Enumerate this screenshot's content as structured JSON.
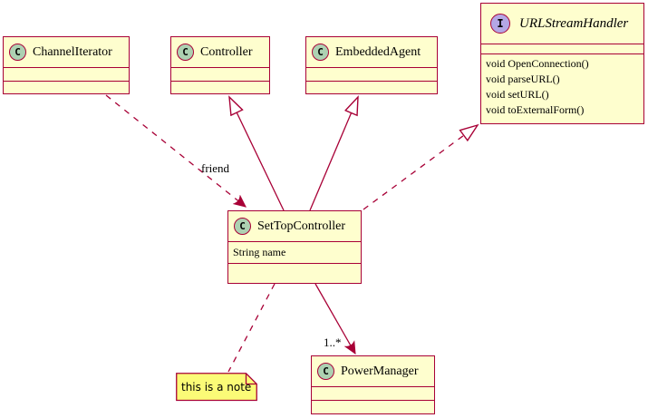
{
  "diagram": {
    "kind": "uml-class-diagram",
    "colors": {
      "box_fill": "#FEFECE",
      "border": "#A80036",
      "edge": "#A80036",
      "note_fill": "#FBFB77",
      "class_spot": "#ADD1B2",
      "interface_spot": "#B4A7E5"
    }
  },
  "classes": [
    {
      "name": "ChannelIterator",
      "spot": "C",
      "kind": "class"
    },
    {
      "name": "Controller",
      "spot": "C",
      "kind": "class"
    },
    {
      "name": "EmbeddedAgent",
      "spot": "C",
      "kind": "class"
    },
    {
      "name": "URLStreamHandler",
      "spot": "I",
      "kind": "interface",
      "methods": [
        "void OpenConnection()",
        "void parseURL()",
        "void setURL()",
        "void toExternalForm()"
      ]
    },
    {
      "name": "SetTopController",
      "spot": "C",
      "kind": "class",
      "attributes": [
        "String name"
      ]
    },
    {
      "name": "PowerManager",
      "spot": "C",
      "kind": "class"
    }
  ],
  "edges": {
    "friend": {
      "label": "friend",
      "style": "dashed",
      "head": "vee"
    },
    "extends_controller": {
      "style": "solid",
      "head": "hollow-triangle"
    },
    "extends_embeddedagent": {
      "style": "solid",
      "head": "hollow-triangle"
    },
    "implements_urlstreamhandler": {
      "style": "dashed",
      "head": "hollow-triangle"
    },
    "power": {
      "label": "1..*",
      "style": "solid",
      "head": "filled-arrow"
    },
    "note_link": {
      "style": "dashed",
      "head": "none"
    }
  },
  "note": {
    "text": "this is a note"
  }
}
